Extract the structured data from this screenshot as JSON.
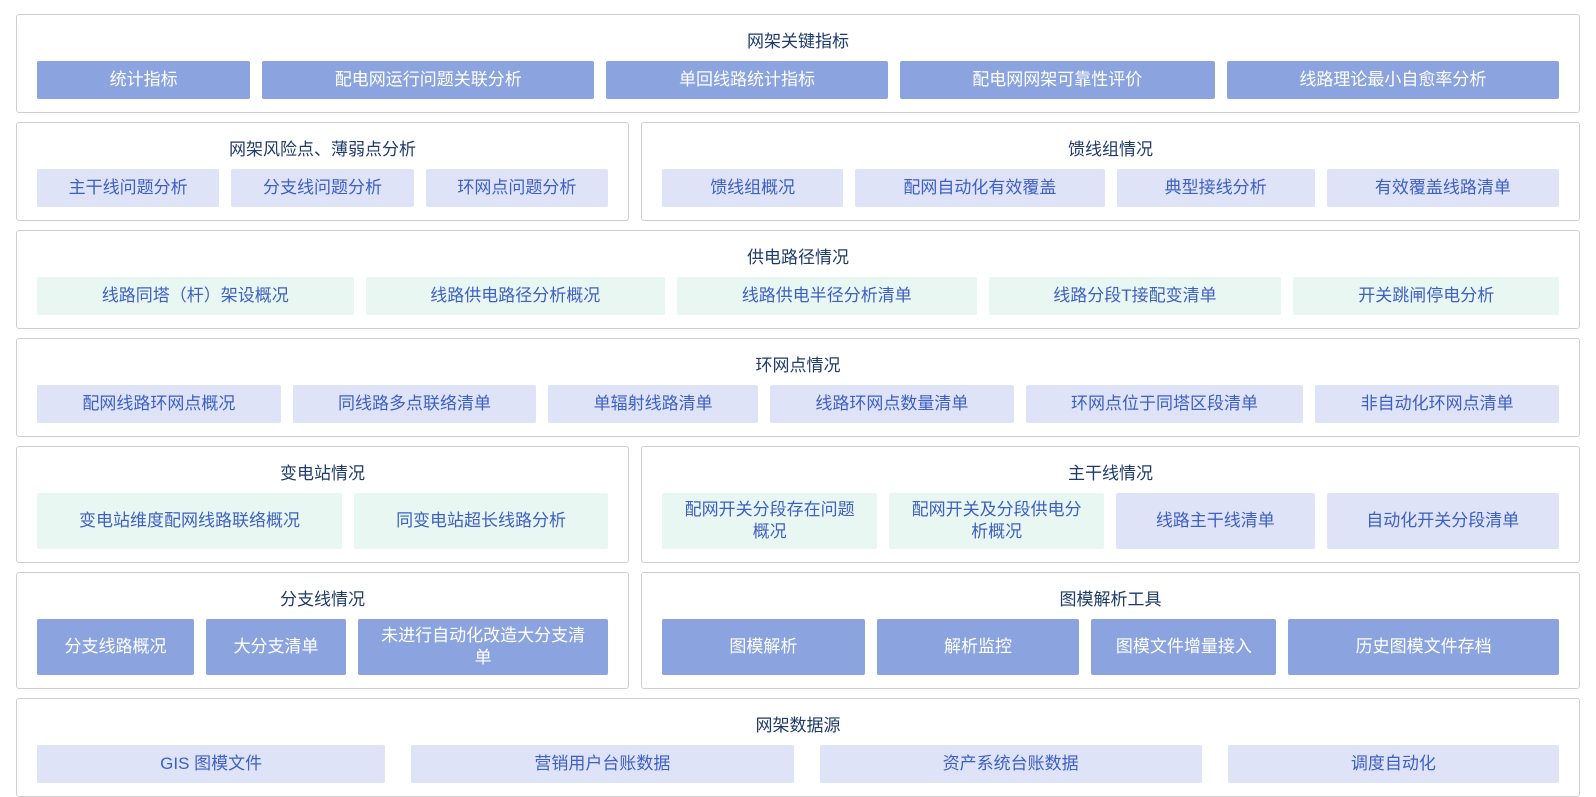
{
  "colors": {
    "solid_button_bg": "#8ba4e0",
    "solid_button_text": "#ffffff",
    "lavender_button_bg": "#dee3f8",
    "mint_button_bg": "#e9f7f2",
    "light_button_text": "#3d5fc6",
    "panel_title_text": "#1f3a6d",
    "panel_border": "#cfcfcf",
    "page_background": "#ffffff"
  },
  "panels": {
    "key_indicators": {
      "title": "网架关键指标",
      "style": "solid",
      "buttons": [
        {
          "label": "统计指标"
        },
        {
          "label": "配电网运行问题关联分析"
        },
        {
          "label": "单回线路统计指标"
        },
        {
          "label": "配电网网架可靠性评价"
        },
        {
          "label": "线路理论最小自愈率分析"
        }
      ]
    },
    "risk_weakpoints": {
      "title": "网架风险点、薄弱点分析",
      "style": "lavender",
      "buttons": [
        {
          "label": "主干线问题分析"
        },
        {
          "label": "分支线问题分析"
        },
        {
          "label": "环网点问题分析"
        }
      ]
    },
    "feeder_group": {
      "title": "馈线组情况",
      "style": "lavender",
      "buttons": [
        {
          "label": "馈线组概况"
        },
        {
          "label": "配网自动化有效覆盖"
        },
        {
          "label": "典型接线分析"
        },
        {
          "label": "有效覆盖线路清单"
        }
      ]
    },
    "supply_path": {
      "title": "供电路径情况",
      "style": "mint",
      "buttons": [
        {
          "label": "线路同塔（杆）架设概况"
        },
        {
          "label": "线路供电路径分析概况"
        },
        {
          "label": "线路供电半径分析清单"
        },
        {
          "label": "线路分段T接配变清单"
        },
        {
          "label": "开关跳闸停电分析"
        }
      ]
    },
    "ring_points": {
      "title": "环网点情况",
      "style": "lavender",
      "buttons": [
        {
          "label": "配网线路环网点概况"
        },
        {
          "label": "同线路多点联络清单"
        },
        {
          "label": "单辐射线路清单"
        },
        {
          "label": "线路环网点数量清单"
        },
        {
          "label": "环网点位于同塔区段清单"
        },
        {
          "label": "非自动化环网点清单"
        }
      ]
    },
    "substation": {
      "title": "变电站情况",
      "style": "mint",
      "buttons": [
        {
          "label": "变电站维度配网线路联络概况"
        },
        {
          "label": "同变电站超长线路分析"
        }
      ]
    },
    "trunk_line": {
      "title": "主干线情况",
      "style": "mint",
      "buttons": [
        {
          "label": "配网开关分段存在问题概况",
          "style": "mint"
        },
        {
          "label": "配网开关及分段供电分析概况",
          "style": "mint"
        },
        {
          "label": "线路主干线清单",
          "style": "lavender"
        },
        {
          "label": "自动化开关分段清单",
          "style": "lavender"
        }
      ]
    },
    "branch_line": {
      "title": "分支线情况",
      "style": "solid",
      "buttons": [
        {
          "label": "分支线路概况"
        },
        {
          "label": "大分支清单"
        },
        {
          "label": "未进行自动化改造大分支清单"
        }
      ]
    },
    "model_tools": {
      "title": "图模解析工具",
      "style": "solid",
      "buttons": [
        {
          "label": "图模解析"
        },
        {
          "label": "解析监控"
        },
        {
          "label": "图模文件增量接入"
        },
        {
          "label": "历史图模文件存档"
        }
      ]
    },
    "data_source": {
      "title": "网架数据源",
      "style": "lavender",
      "buttons": [
        {
          "label": "GIS 图模文件"
        },
        {
          "label": "营销用户台账数据"
        },
        {
          "label": "资产系统台账数据"
        },
        {
          "label": "调度自动化"
        }
      ]
    }
  }
}
